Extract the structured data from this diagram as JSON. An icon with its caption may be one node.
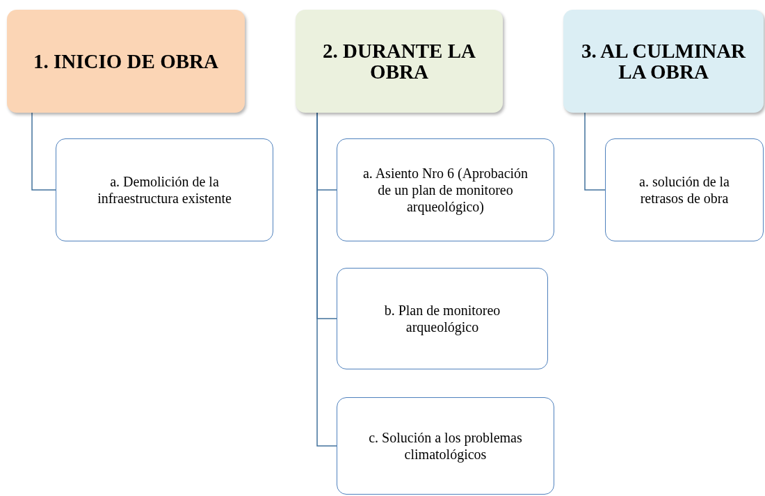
{
  "diagram": {
    "nodes": [
      {
        "text": [
          "1. INICIO DE OBRA"
        ]
      },
      {
        "text": [
          "2. DURANTE LA OBRA"
        ]
      },
      {
        "text": [
          "3. AL CULMINAR LA OBRA"
        ]
      },
      {
        "text": [
          "a. Demolición de la infraestructura existente"
        ]
      },
      {
        "text": [
          "a. Asiento Nro 6 (Aprobación de un plan de monitoreo arqueológico)"
        ]
      },
      {
        "text": [
          "b. Plan de monitoreo arqueológico"
        ]
      },
      {
        "text": [
          "c. Solución a los problemas climatológicos"
        ]
      },
      {
        "text": [
          "a. solución de la retrasos de obra"
        ]
      }
    ],
    "edges": [
      {
        "from": 0,
        "to": 3,
        "arrow": "none"
      },
      {
        "from": 1,
        "to": 4,
        "arrow": "none"
      },
      {
        "from": 1,
        "to": 5,
        "arrow": "none"
      },
      {
        "from": 1,
        "to": 6,
        "arrow": "none"
      },
      {
        "from": 2,
        "to": 7,
        "arrow": "none"
      }
    ]
  }
}
